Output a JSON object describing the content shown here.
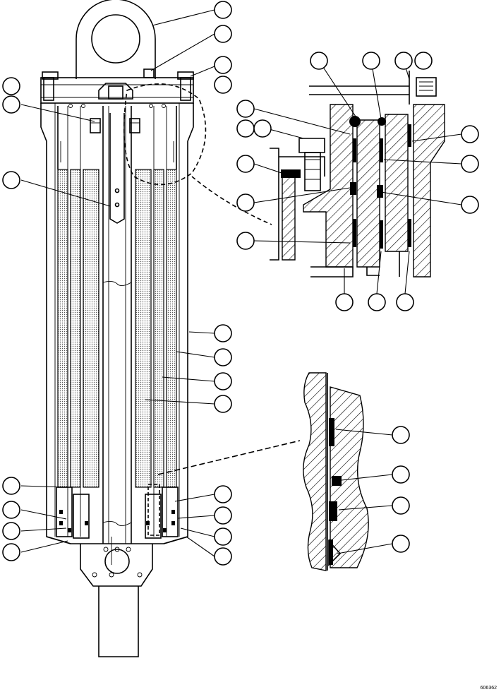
{
  "figure": {
    "reference_code": "606362"
  },
  "callouts": {
    "main_view": [
      {
        "id": "c1"
      },
      {
        "id": "c2"
      },
      {
        "id": "c3"
      },
      {
        "id": "c4"
      },
      {
        "id": "c5"
      },
      {
        "id": "c6"
      },
      {
        "id": "c7"
      },
      {
        "id": "c8"
      },
      {
        "id": "c9"
      },
      {
        "id": "c10"
      },
      {
        "id": "c11"
      },
      {
        "id": "c12"
      },
      {
        "id": "c13"
      },
      {
        "id": "c14"
      },
      {
        "id": "c15"
      },
      {
        "id": "c16"
      },
      {
        "id": "c17"
      },
      {
        "id": "c18"
      },
      {
        "id": "c19"
      },
      {
        "id": "c20"
      }
    ],
    "upper_detail": [
      {
        "id": "d1"
      },
      {
        "id": "d2"
      },
      {
        "id": "d3"
      },
      {
        "id": "d4"
      },
      {
        "id": "d5"
      },
      {
        "id": "d6"
      },
      {
        "id": "d7"
      },
      {
        "id": "d8"
      },
      {
        "id": "d9"
      },
      {
        "id": "d10"
      },
      {
        "id": "d11"
      },
      {
        "id": "d12"
      },
      {
        "id": "d13"
      },
      {
        "id": "d14"
      },
      {
        "id": "d15"
      },
      {
        "id": "d16"
      }
    ],
    "lower_detail": [
      {
        "id": "e1"
      },
      {
        "id": "e2"
      },
      {
        "id": "e3"
      },
      {
        "id": "e4"
      }
    ]
  }
}
